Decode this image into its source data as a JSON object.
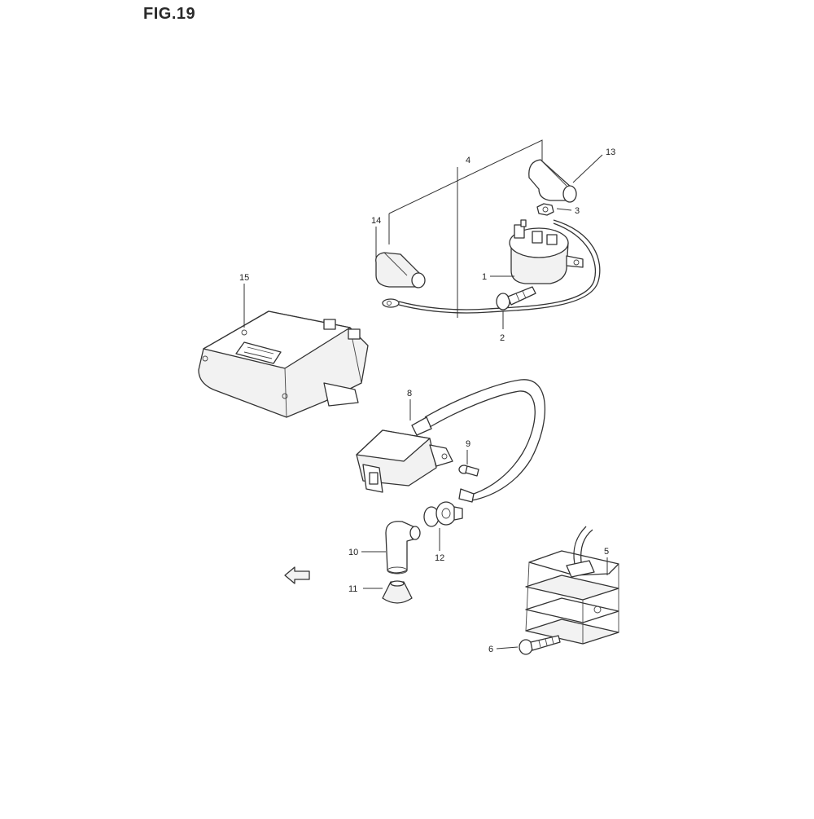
{
  "figure_title": "FIG.19",
  "callouts": {
    "c1": "1",
    "c2": "2",
    "c3": "3",
    "c4": "4",
    "c5": "5",
    "c6": "6",
    "c8": "8",
    "c9": "9",
    "c10": "10",
    "c11": "11",
    "c12": "12",
    "c13": "13",
    "c14": "14",
    "c15": "15"
  },
  "colors": {
    "line": "#333333",
    "background": "#ffffff"
  }
}
